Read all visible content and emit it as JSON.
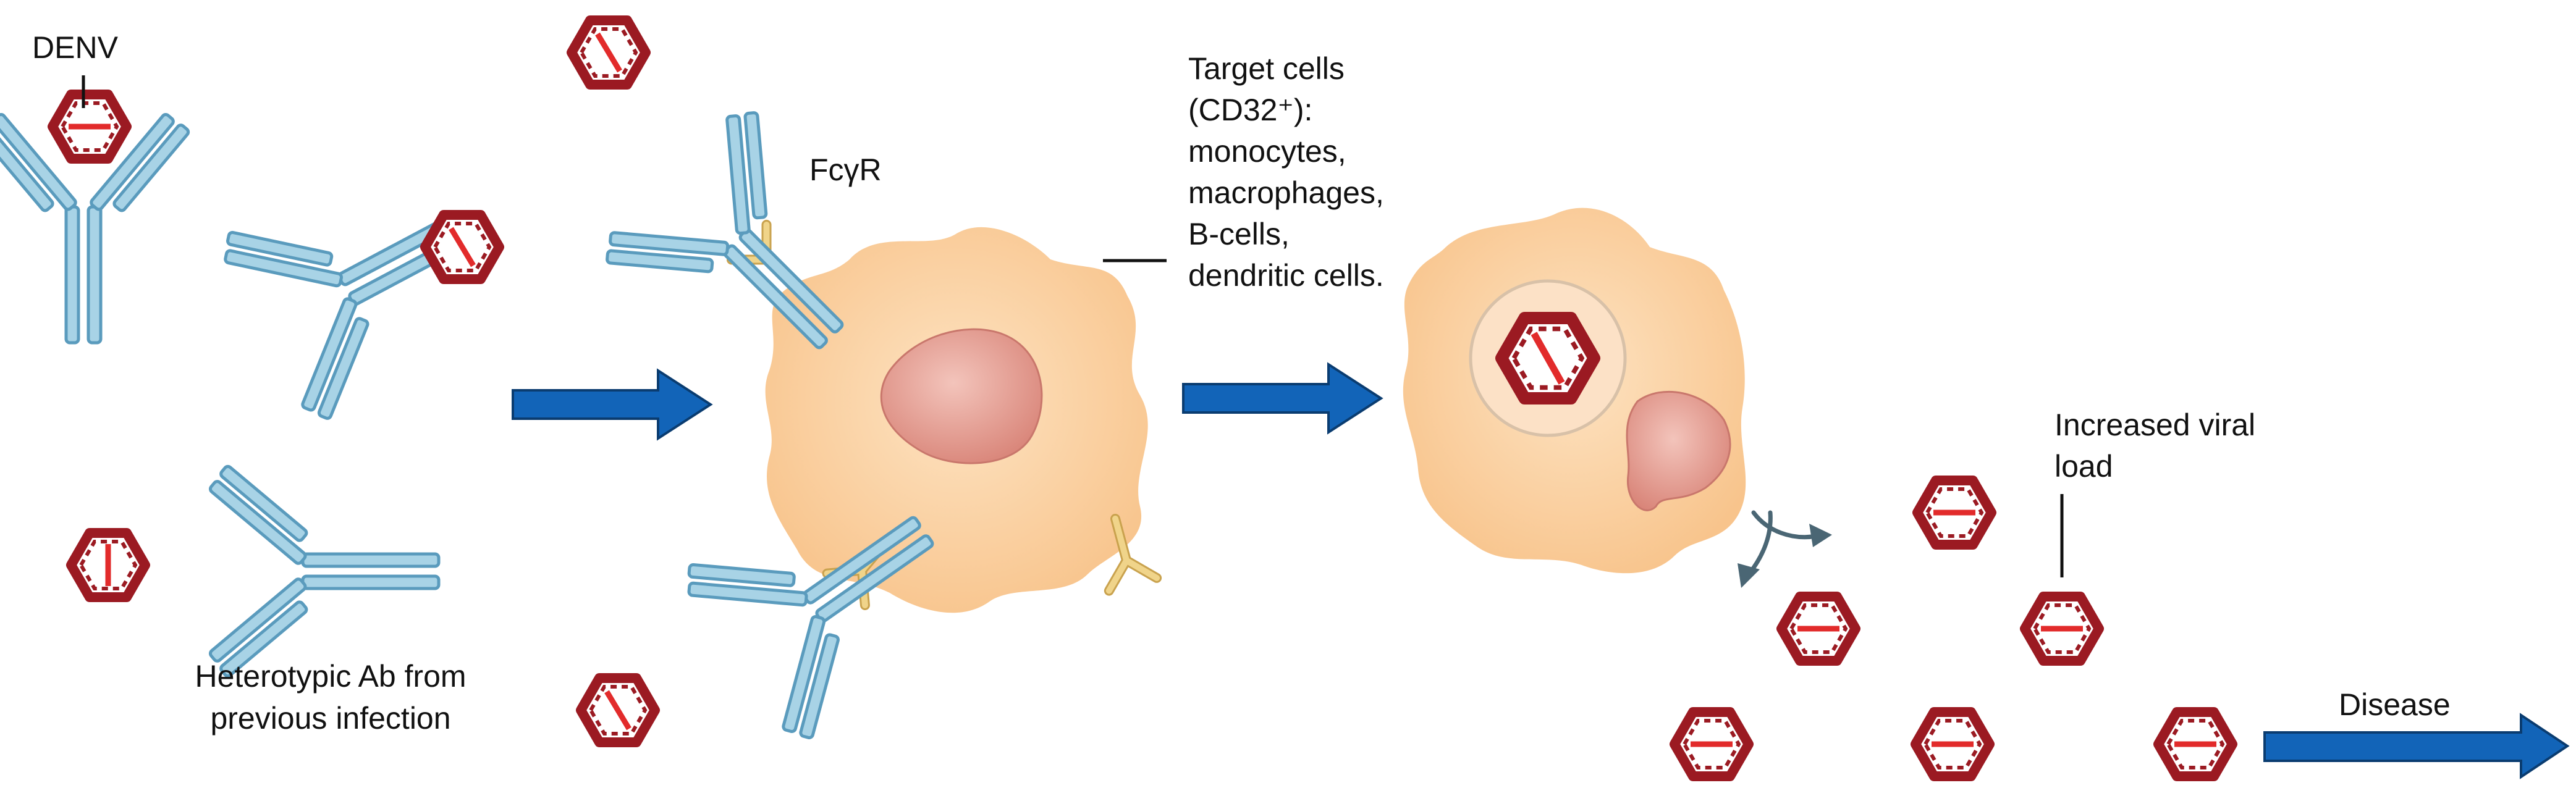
{
  "labels": {
    "denv": "DENV",
    "fcr": "FcγR",
    "target_line1": "Target cells",
    "target_line2": "(CD32⁺):",
    "target_line3": "monocytes,",
    "target_line4": "macrophages,",
    "target_line5": "B-cells,",
    "target_line6": "dendritic cells.",
    "hetero_line1": "Heterotypic Ab from",
    "hetero_line2": "previous infection",
    "viral_line1": "Increased viral",
    "viral_line2": "load",
    "disease": "Disease"
  },
  "colors": {
    "virus_red": "#9b1a22",
    "virus_core": "#e22b2b",
    "antibody_fill": "#a8d3e6",
    "antibody_stroke": "#5a9bbd",
    "receptor": "#f0d48a",
    "receptor_stroke": "#c9a24e",
    "cell_fill": "#fbcf9d",
    "nucleus": "#e59a8e",
    "arrow_blue": "#1264b8",
    "small_arrow": "#4a6674"
  }
}
